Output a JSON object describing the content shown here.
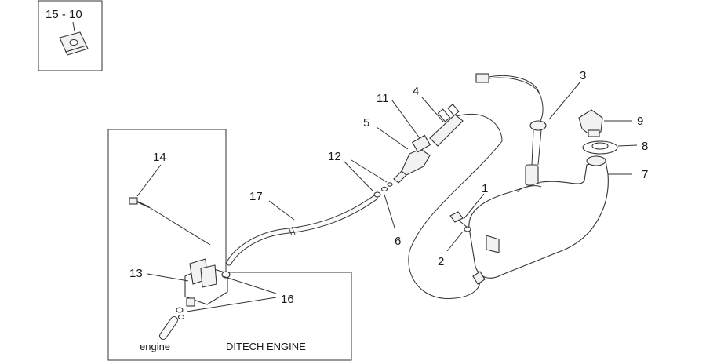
{
  "inset": {
    "label": "15 - 10"
  },
  "callouts": {
    "c1": "1",
    "c2": "2",
    "c3": "3",
    "c4": "4",
    "c5": "5",
    "c6": "6",
    "c7": "7",
    "c8": "8",
    "c9": "9",
    "c11": "11",
    "c12": "12",
    "c13": "13",
    "c14": "14",
    "c16": "16",
    "c17": "17"
  },
  "box": {
    "engine_label": "engine",
    "title": "DITECH ENGINE"
  }
}
